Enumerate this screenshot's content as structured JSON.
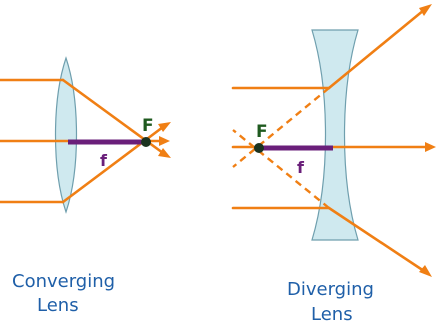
{
  "converging": {
    "focus_label": "F",
    "focal_length_label": "f",
    "caption_line1": "Converging",
    "caption_line2": "Lens"
  },
  "diverging": {
    "focus_label": "F",
    "focal_length_label": "f",
    "caption_line1": "Diverging",
    "caption_line2": "Lens"
  },
  "colors": {
    "ray": "#f07f14",
    "lens_fill": "#cfe9ef",
    "focal_length": "#6a1f7a",
    "focus_label": "#1f5a1f",
    "caption": "#1f5fa8"
  }
}
